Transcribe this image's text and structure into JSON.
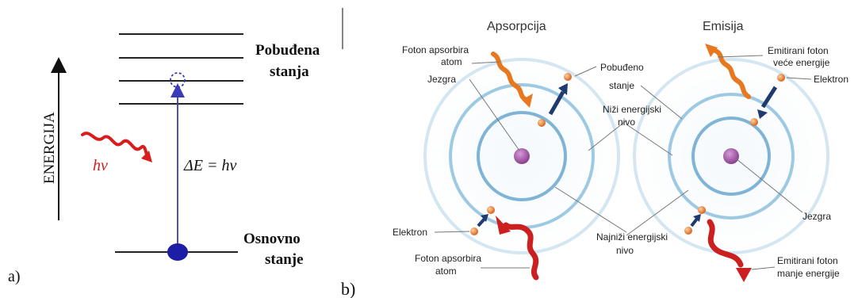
{
  "panel_a": {
    "label": "a)",
    "axis_label": "ENERGIJA",
    "photon_label": "hν",
    "delta_e_label": "ΔE = hν",
    "excited_label_line1": "Pobuđena",
    "excited_label_line2": "stanja",
    "ground_label_line1": "Osnovno",
    "ground_label_line2": "stanje"
  },
  "panel_b": {
    "label": "b)",
    "absorption": {
      "title": "Apsorpcija",
      "photon_in_line1": "Foton apsorbira",
      "photon_in_line2": "atom",
      "nucleus": "Jezgra",
      "electron": "Elektron",
      "photon_bottom_line1": "Foton apsorbira",
      "photon_bottom_line2": "atom"
    },
    "middle": {
      "excited_line1": "Pobuđeno",
      "excited_line2": "stanje",
      "lower_line1": "Niži energijski",
      "lower_line2": "nivo",
      "lowest_line1": "Najniži energijski",
      "lowest_line2": "nivo"
    },
    "emission": {
      "title": "Emisija",
      "photon_out_line1": "Emitirani foton",
      "photon_out_line2": "veće energije",
      "electron": "Elektron",
      "nucleus": "Jezgra",
      "photon_bottom_line1": "Emitirani foton",
      "photon_bottom_line2": "manje energije"
    }
  },
  "colors": {
    "ground_dot": "#1d1ea6",
    "transition_arrow": "#3b3bb8",
    "photon_red": "#d91c1c",
    "photon_orange": "#e8781f",
    "orbit_blue": "#9ec9e3",
    "nucleus": "#a45fa6",
    "electron": "#e7893a",
    "dark_arrow": "#1f3a6e"
  }
}
